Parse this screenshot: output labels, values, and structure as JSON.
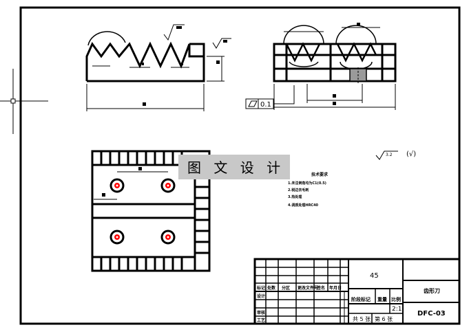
{
  "watermark": "图 文 设 计",
  "surface_finish_value": "3.2",
  "flatness_value": "0.1",
  "title_block": {
    "quantity": "45",
    "scale": "2:1",
    "part_name": "齿形刀",
    "drawing_no": "DFC-03",
    "sheet_total": "共 5 张",
    "sheet_no": "第 6 张",
    "cells": [
      "标记",
      "处数",
      "分区",
      "更改文件号",
      "签名",
      "年月日",
      "设计",
      "审核",
      "工艺",
      "阶段标记",
      "重量",
      "比例"
    ]
  },
  "tech_notes": {
    "title": "技术要求",
    "items": [
      "1.未注倒角均为C1(0.5)",
      "2.锐边去毛刺",
      "3.热处理",
      "4.调质处理HRC40"
    ]
  },
  "colors": {
    "line": "#000000",
    "hole_fill": "#ff0000",
    "watermark_bg": "#c8c8c8"
  }
}
